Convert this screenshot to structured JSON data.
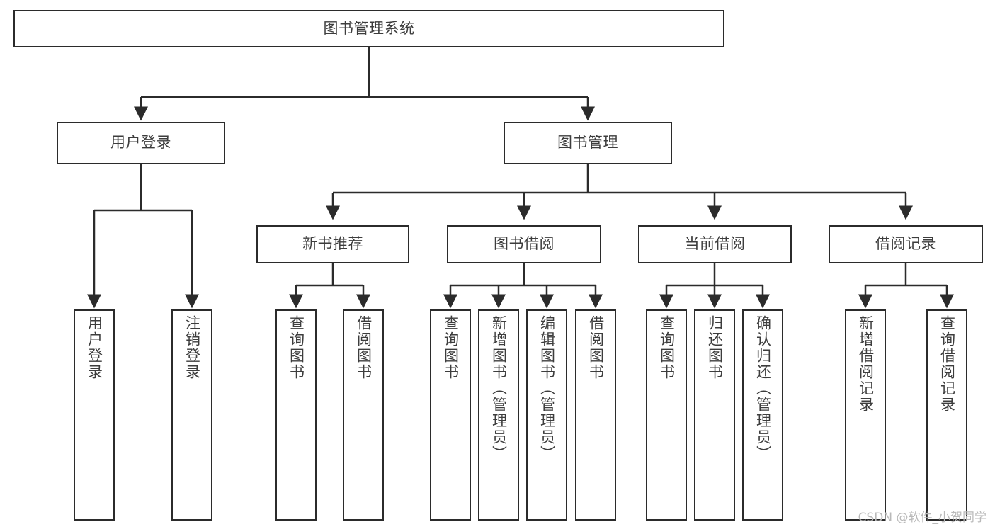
{
  "diagram": {
    "type": "tree",
    "title": "图书管理系统",
    "orientation": "top-down",
    "watermark": "CSDN @软件_小贺同学",
    "colors": {
      "border": "#2b2b2b",
      "text": "#3d3d3d",
      "background": "#ffffff",
      "connector": "#2b2b2b",
      "watermark": "#b9b9b9"
    },
    "nodes": {
      "root": {
        "label": "图书管理系统"
      },
      "level2": [
        {
          "id": "user-login",
          "label": "用户登录"
        },
        {
          "id": "book-manage",
          "label": "图书管理"
        }
      ],
      "level3": [
        {
          "id": "new-book-recommend",
          "label": "新书推荐"
        },
        {
          "id": "book-borrow",
          "label": "图书借阅"
        },
        {
          "id": "current-borrow",
          "label": "当前借阅"
        },
        {
          "id": "borrow-record",
          "label": "借阅记录"
        }
      ],
      "leaves": {
        "user_login": [
          {
            "id": "leaf-user-login",
            "label": "用户登录"
          },
          {
            "id": "leaf-logout",
            "label": "注销登录"
          }
        ],
        "new_book_recommend": [
          {
            "id": "leaf-query-book-1",
            "label": "查询图书"
          },
          {
            "id": "leaf-borrow-book-1",
            "label": "借阅图书"
          }
        ],
        "book_borrow": [
          {
            "id": "leaf-query-book-2",
            "label": "查询图书"
          },
          {
            "id": "leaf-add-book",
            "label": "新增图书（管理员）"
          },
          {
            "id": "leaf-edit-book",
            "label": "编辑图书（管理员）"
          },
          {
            "id": "leaf-borrow-book-2",
            "label": "借阅图书"
          }
        ],
        "current_borrow": [
          {
            "id": "leaf-query-book-3",
            "label": "查询图书"
          },
          {
            "id": "leaf-return-book",
            "label": "归还图书"
          },
          {
            "id": "leaf-confirm-return",
            "label": "确认归还（管理员）"
          }
        ],
        "borrow_record": [
          {
            "id": "leaf-add-record",
            "label": "新增借阅记录"
          },
          {
            "id": "leaf-query-record",
            "label": "查询借阅记录"
          }
        ]
      }
    }
  }
}
